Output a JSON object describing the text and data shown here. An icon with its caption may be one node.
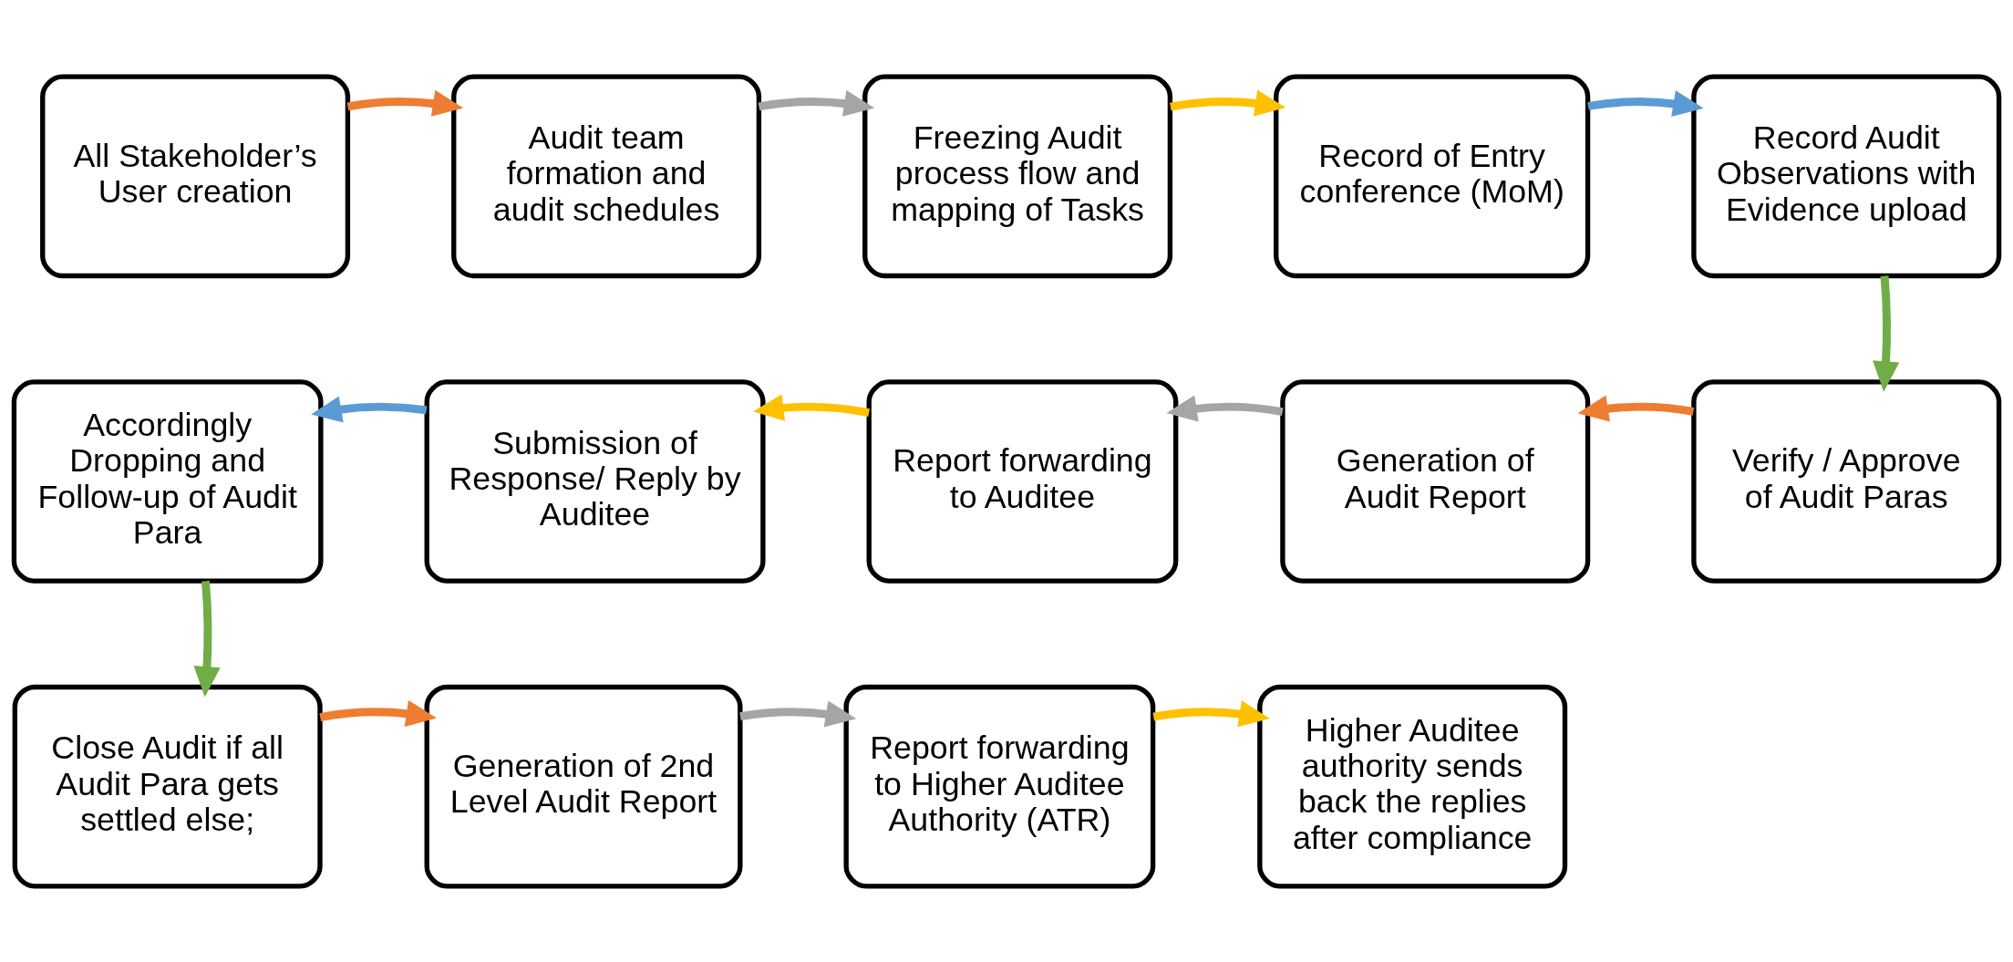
{
  "diagram": {
    "nodes": [
      {
        "text": [
          "All Stakeholder’s User creation"
        ]
      },
      {
        "text": [
          "Audit team formation and audit schedules"
        ]
      },
      {
        "text": [
          "Freezing Audit process flow and mapping of Tasks"
        ]
      },
      {
        "text": [
          "Record of Entry conference (MoM)"
        ]
      },
      {
        "text": [
          "Record Audit Observations with Evidence upload"
        ]
      },
      {
        "text": [
          "Verify / Approve of Audit Paras"
        ]
      },
      {
        "text": [
          "Generation of Audit Report"
        ]
      },
      {
        "text": [
          "Report forwarding to Auditee"
        ]
      },
      {
        "text": [
          "Submission of Response/ Reply by Auditee"
        ]
      },
      {
        "text": [
          "Accordingly Dropping and Follow-up of Audit Para"
        ]
      },
      {
        "text": [
          "Close Audit if all Audit Para gets settled else;"
        ]
      },
      {
        "text": [
          "Generation of 2nd Level Audit Report"
        ]
      },
      {
        "text": [
          "Report forwarding to Higher Auditee Authority (ATR)"
        ]
      },
      {
        "text": [
          "Higher Auditee authority sends back the replies after compliance"
        ]
      }
    ],
    "edges": [
      {
        "from": 0,
        "to": 1,
        "arrow": "to",
        "color": "#ed7d31"
      },
      {
        "from": 1,
        "to": 2,
        "arrow": "to",
        "color": "#a5a5a5"
      },
      {
        "from": 2,
        "to": 3,
        "arrow": "to",
        "color": "#ffc000"
      },
      {
        "from": 3,
        "to": 4,
        "arrow": "to",
        "color": "#5b9bd5"
      },
      {
        "from": 4,
        "to": 5,
        "arrow": "to",
        "color": "#70ad47"
      },
      {
        "from": 5,
        "to": 6,
        "arrow": "to",
        "color": "#ed7d31"
      },
      {
        "from": 6,
        "to": 7,
        "arrow": "to",
        "color": "#a5a5a5"
      },
      {
        "from": 7,
        "to": 8,
        "arrow": "to",
        "color": "#ffc000"
      },
      {
        "from": 8,
        "to": 9,
        "arrow": "to",
        "color": "#5b9bd5"
      },
      {
        "from": 9,
        "to": 10,
        "arrow": "to",
        "color": "#70ad47"
      },
      {
        "from": 10,
        "to": 11,
        "arrow": "to",
        "color": "#ed7d31"
      },
      {
        "from": 11,
        "to": 12,
        "arrow": "to",
        "color": "#a5a5a5"
      },
      {
        "from": 12,
        "to": 13,
        "arrow": "to",
        "color": "#ffc000"
      }
    ]
  }
}
